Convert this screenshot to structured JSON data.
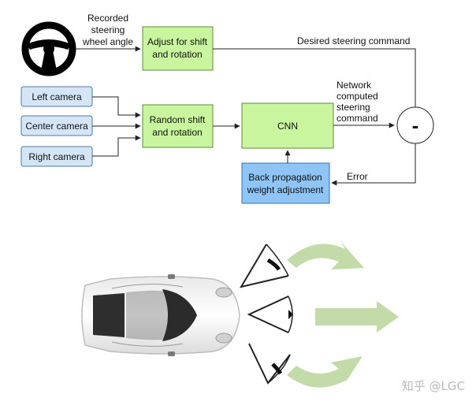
{
  "diagram": {
    "steering_input_label": [
      "Recorded",
      "steering",
      "wheel angle"
    ],
    "adjust_box_label": [
      "Adjust for shift",
      "and rotation"
    ],
    "desired_command_label": "Desired steering command",
    "cameras": [
      "Left camera",
      "Center camera",
      "Right camera"
    ],
    "random_box_label": [
      "Random shift",
      "and rotation"
    ],
    "cnn_label": "CNN",
    "network_output_label": [
      "Network",
      "computed",
      "steering",
      "command"
    ],
    "minus_label": "-",
    "error_label": "Error",
    "backprop_label": [
      "Back propagation",
      "weight adjustment"
    ],
    "colors": {
      "camera_fill": "#d4e6f6",
      "camera_stroke": "#4c7aa5",
      "process_fill": "#c9f59e",
      "process_stroke": "#5f8c3a",
      "backprop_fill": "#8fc4f7",
      "backprop_stroke": "#3a6fa6",
      "arrow_green": "#b9d59a"
    }
  },
  "watermark": "知乎 @LGC"
}
